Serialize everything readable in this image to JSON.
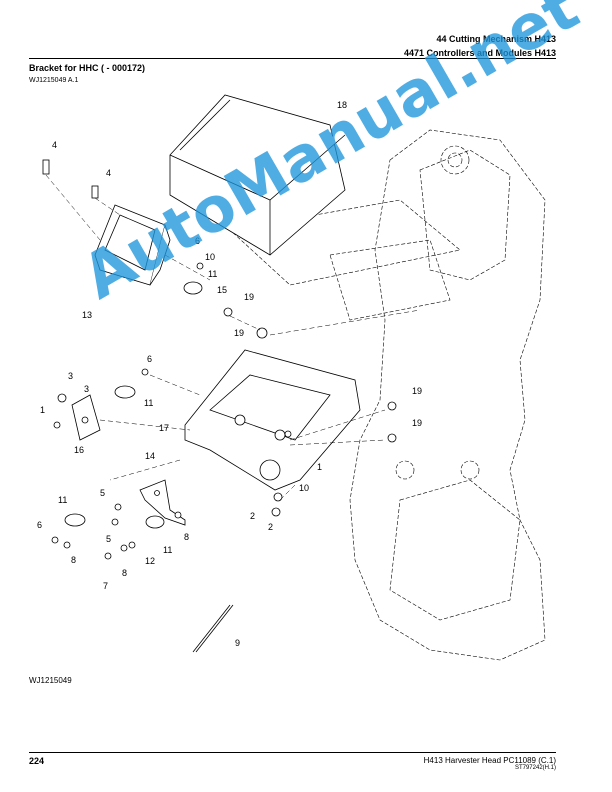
{
  "header": {
    "line1": "44 Cutting Mechanism H413",
    "line2": "4471 Controllers and Modules H413"
  },
  "title": "Bracket for HHC ( - 000172)",
  "subtitle_id": "WJ1215049 A.1",
  "figure_id": "WJ1215049",
  "footer": {
    "page_number": "224",
    "document": "H413 Harvester Head    PC11089    (C.1)",
    "code": "ST797242(H.1)"
  },
  "watermark": "AutoManual.net",
  "callouts": [
    "4",
    "4",
    "18",
    "6",
    "10",
    "11",
    "15",
    "19",
    "13",
    "19",
    "6",
    "3",
    "3",
    "11",
    "1",
    "17",
    "19",
    "16",
    "19",
    "1",
    "10",
    "14",
    "2",
    "2",
    "5",
    "11",
    "5",
    "8",
    "6",
    "8",
    "11",
    "12",
    "7",
    "8",
    "9"
  ]
}
